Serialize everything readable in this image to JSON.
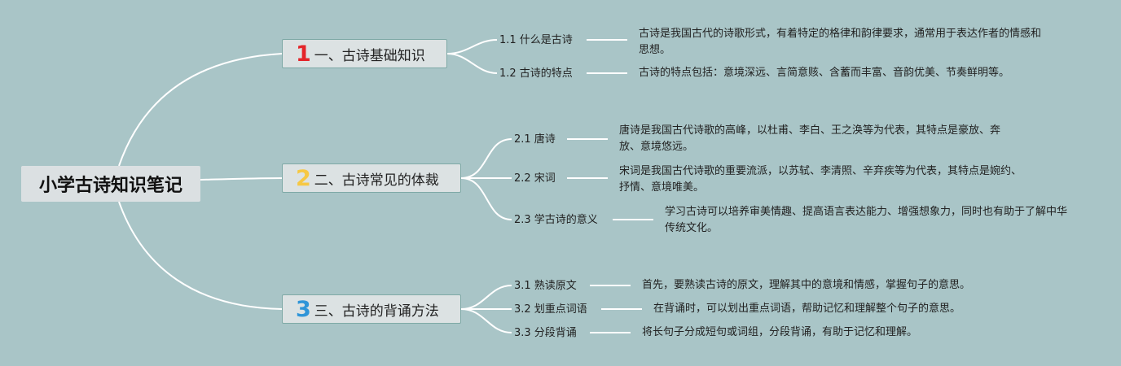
{
  "root": {
    "label": "小学古诗知识笔记"
  },
  "colors": {
    "background": "#a9c5c7",
    "branch1_number": "#e4252a",
    "branch2_number": "#f6c844",
    "branch3_number": "#2f95d8",
    "connector": "#ffffff"
  },
  "branches": [
    {
      "number": "1",
      "label": "一、古诗基础知识",
      "topics": [
        {
          "label": "1.1 什么是古诗",
          "text": "古诗是我国古代的诗歌形式，有着特定的格律和韵律要求，通常用于表达作者的情感和思想。"
        },
        {
          "label": "1.2 古诗的特点",
          "text": "古诗的特点包括：意境深远、言简意赅、含蓄而丰富、音韵优美、节奏鲜明等。"
        }
      ]
    },
    {
      "number": "2",
      "label": "二、古诗常见的体裁",
      "topics": [
        {
          "label": "2.1 唐诗",
          "text": "唐诗是我国古代诗歌的高峰，以杜甫、李白、王之涣等为代表，其特点是豪放、奔放、意境悠远。"
        },
        {
          "label": "2.2 宋词",
          "text": "宋词是我国古代诗歌的重要流派，以苏轼、李清照、辛弃疾等为代表，其特点是婉约、抒情、意境唯美。"
        },
        {
          "label": "2.3 学古诗的意义",
          "text": "学习古诗可以培养审美情趣、提高语言表达能力、增强想象力，同时也有助于了解中华传统文化。"
        }
      ]
    },
    {
      "number": "3",
      "label": "三、古诗的背诵方法",
      "topics": [
        {
          "label": "3.1 熟读原文",
          "text": "首先，要熟读古诗的原文，理解其中的意境和情感，掌握句子的意思。"
        },
        {
          "label": "3.2 划重点词语",
          "text": "在背诵时，可以划出重点词语，帮助记忆和理解整个句子的意思。"
        },
        {
          "label": "3.3 分段背诵",
          "text": "将长句子分成短句或词组，分段背诵，有助于记忆和理解。"
        }
      ]
    }
  ]
}
